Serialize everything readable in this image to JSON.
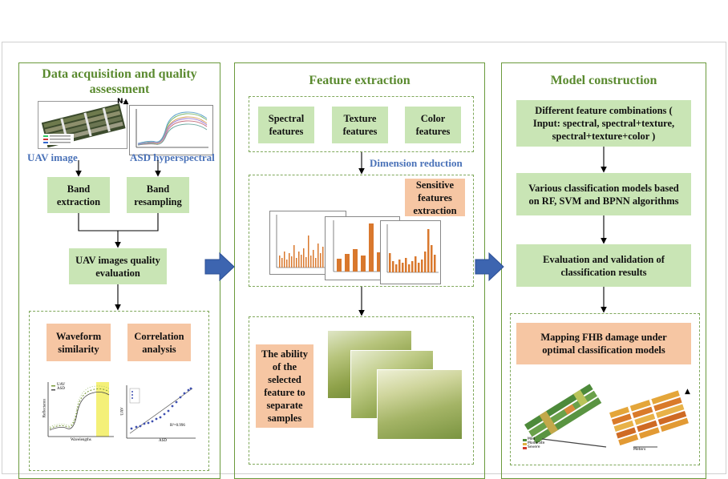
{
  "panels": {
    "acquisition": {
      "title": "Data acquisition and quality assessment",
      "uav_label": "UAV image",
      "asd_label": "ASD hyperspectral",
      "band_extraction": "Band extraction",
      "band_resampling": "Band resampling",
      "quality_eval": "UAV images quality evaluation",
      "waveform": "Waveform similarity",
      "correlation": "Correlation analysis",
      "wave_legend": [
        "UAV",
        "ASD"
      ],
      "wave_xlabel": "Wavelengths",
      "wave_ylabel": "Reflectance",
      "scatter_xlabel": "ASD",
      "scatter_ylabel": "UAV",
      "scatter_r2": "R²=0.996"
    },
    "feature": {
      "title": "Feature extraction",
      "spectral": "Spectral features",
      "texture": "Texture features",
      "color": "Color features",
      "dimension": "Dimension reduction",
      "sensitive": "Sensitive features extraction",
      "ability": "The ability of the selected feature to separate samples"
    },
    "model": {
      "title": "Model construction",
      "combos": "Different feature combinations ( Input: spectral, spectral+texture, spectral+texture+color )",
      "models": "Various classification models based on RF, SVM and BPNN algorithms",
      "evaluation": "Evaluation and validation of classification results",
      "mapping": "Mapping FHB damage under optimal classification models",
      "legend": [
        "Mild",
        "Moderate",
        "Severe"
      ],
      "scale": "Meters"
    }
  },
  "colors": {
    "panel_border": "#6a9a3c",
    "title": "#5a8a2f",
    "green_box": "#c9e5b5",
    "orange_box": "#f6c6a3",
    "blue_label": "#4a72b8",
    "arrow_blue": "#3d65b0"
  }
}
